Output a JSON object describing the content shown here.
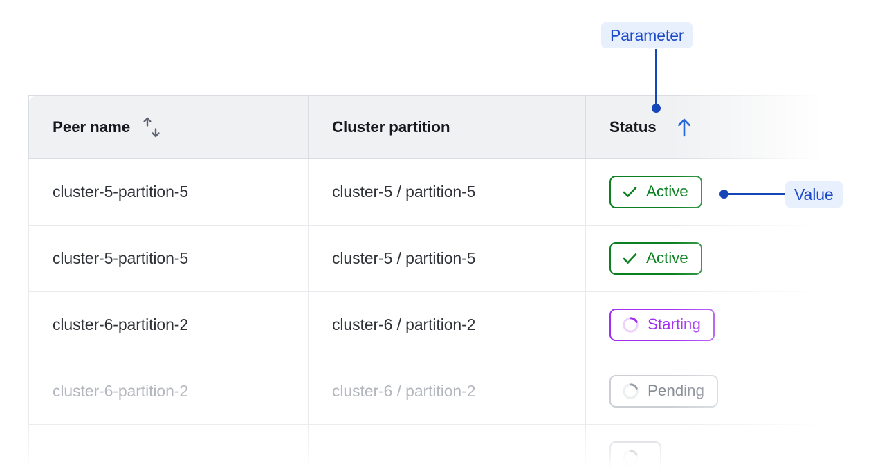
{
  "table": {
    "columns": [
      {
        "label": "Peer name",
        "sort_icon": "sort-both-icon",
        "sort_state": "none"
      },
      {
        "label": "Cluster partition",
        "sort_icon": null,
        "sort_state": "none"
      },
      {
        "label": "Status",
        "sort_icon": "arrow-up-icon",
        "sort_state": "ascending"
      }
    ],
    "rows": [
      {
        "peer_name": "cluster-5-partition-5",
        "cluster_partition": "cluster-5 / partition-5",
        "status": "Active",
        "status_kind": "active",
        "status_icon": "check-icon",
        "muted": false
      },
      {
        "peer_name": "cluster-5-partition-5",
        "cluster_partition": "cluster-5 / partition-5",
        "status": "Active",
        "status_kind": "active",
        "status_icon": "check-icon",
        "muted": false
      },
      {
        "peer_name": "cluster-6-partition-2",
        "cluster_partition": "cluster-6 / partition-2",
        "status": "Starting",
        "status_kind": "starting",
        "status_icon": "spinner-icon",
        "muted": false
      },
      {
        "peer_name": "cluster-6-partition-2",
        "cluster_partition": "cluster-6 / partition-2",
        "status": "Pending",
        "status_kind": "pending",
        "status_icon": "spinner-icon",
        "muted": true
      },
      {
        "peer_name": "",
        "cluster_partition": "",
        "status": "",
        "status_kind": "pending",
        "status_icon": "spinner-icon",
        "muted": true
      }
    ]
  },
  "annotations": {
    "parameter": {
      "label": "Parameter",
      "target": "column-header-status"
    },
    "value": {
      "label": "Value",
      "target": "status-cell-row-1"
    }
  },
  "colors": {
    "accent_blue": "#1546b8",
    "badge_bg": "#e8effd",
    "badge_text": "#1a49c9",
    "status_active": "#0a8020",
    "status_starting": "#a32ef0",
    "status_pending": "#878c95",
    "header_bg": "#f0f1f3",
    "border": "#e8eaed",
    "text": "#2f3238",
    "text_muted": "#b3b7bd"
  }
}
